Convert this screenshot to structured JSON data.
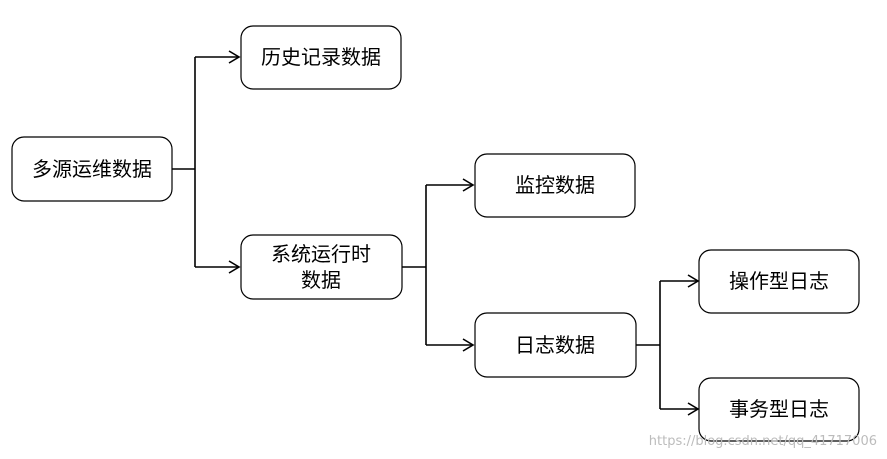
{
  "diagram": {
    "nodes": {
      "root": {
        "label": "多源运维数据"
      },
      "history": {
        "label": "历史记录数据"
      },
      "runtime": {
        "line1": "系统运行时",
        "line2": "数据"
      },
      "monitor": {
        "label": "监控数据"
      },
      "log": {
        "label": "日志数据"
      },
      "op_log": {
        "label": "操作型日志"
      },
      "tx_log": {
        "label": "事务型日志"
      }
    }
  },
  "watermark": "https://blog.csdn.net/qq_41717006"
}
